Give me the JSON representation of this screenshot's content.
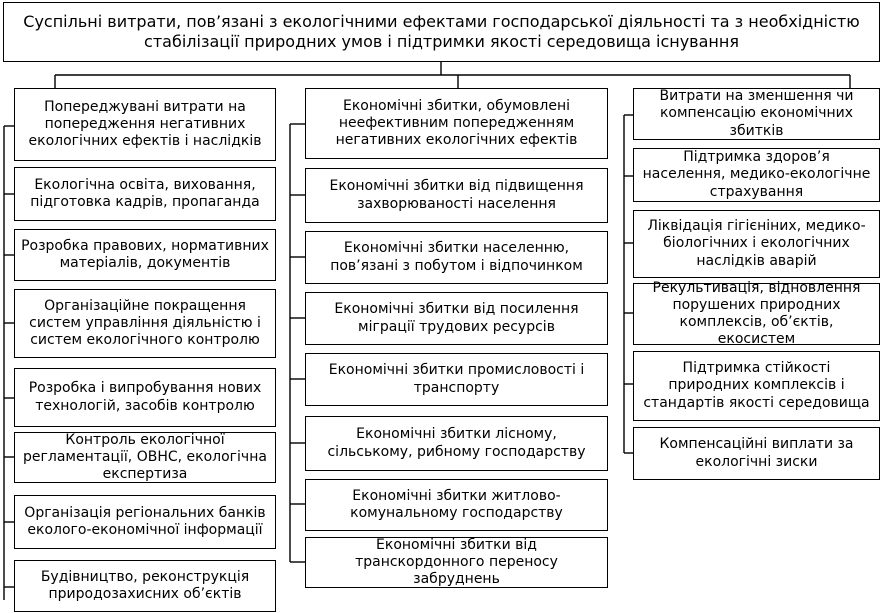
{
  "top": "Суспільні  витрати, пов’язані з екологічними ефектами господарської діяльності та з необхідністю стабілізації природних умов і підтримки якості середовища існування",
  "columns": [
    {
      "header": "Попереджувані витрати на попередження негативних екологічних ефектів і наслідків",
      "items": [
        "Екологічна освіта, виховання, підготовка кадрів, пропаганда",
        "Розробка правових, нормативних матеріалів, документів",
        "Організаційне покращення систем управління діяльністю і систем екологічного контролю",
        "Розробка і випробування нових технологій, засобів контролю",
        "Контроль екологічної регламентації, ОВНС, екологічна експертиза",
        "Організація регіональних банків еколого-економічної інформації",
        "Будівництво, реконструкція природозахисних об’єктів"
      ]
    },
    {
      "header": "Економічні збитки, обумовлені неефективним  попередженням негативних екологічних ефектів",
      "items": [
        "Економічні збитки від підвищення захворюваності населення",
        "Економічні збитки населенню, пов’язані з побутом і відпочинком",
        "Економічні збитки від посилення міграції трудових ресурсів",
        "Економічні збитки промисловості і транспорту",
        "Економічні збитки лісному, сільському, рибному  господарству",
        "Економічні збитки  житлово-комунальному господарству",
        "Економічні збитки від транскордонного переносу забруднень"
      ]
    },
    {
      "header": "Витрати на зменшення чи компенсацію економічних збитків",
      "items": [
        "Підтримка здоров’я населення, медико-екологічне страхування",
        "Ліквідація гігієніних, медико-біологічних і екологічних наслідків аварій",
        "Рекультивація, відновлення порушених природних комплексів, об’єктів, екосистем",
        "Підтримка стійкості природних комплексів і стандартів якості середовища",
        "Компенсаційні виплати за екологічні зиски"
      ]
    }
  ]
}
